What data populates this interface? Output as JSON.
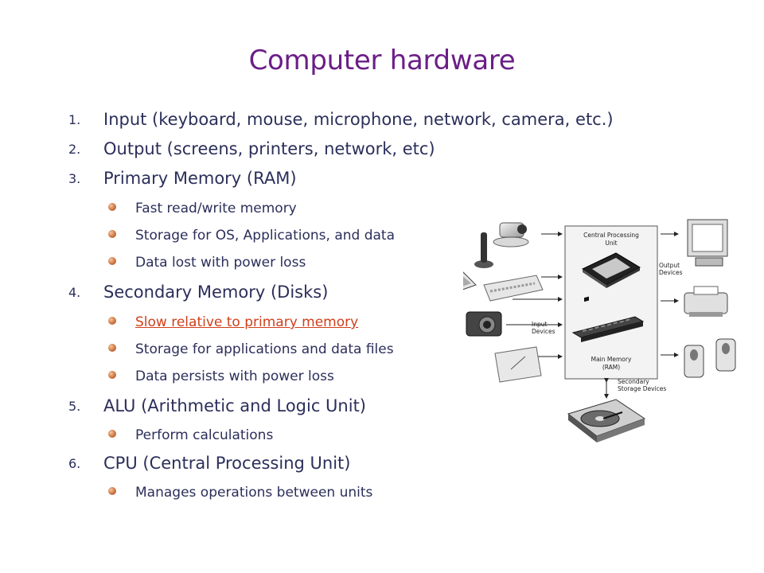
{
  "slide": {
    "title": "Computer hardware",
    "items": [
      {
        "number": "1.",
        "text": "Input (keyboard, mouse, microphone, network, camera, etc.)",
        "subitems": []
      },
      {
        "number": "2.",
        "text": "Output (screens, printers, network, etc)",
        "subitems": []
      },
      {
        "number": "3.",
        "text": "Primary Memory (RAM)",
        "subitems": [
          "Fast read/write memory",
          "Storage for OS, Applications, and data",
          "Data lost with power loss"
        ]
      },
      {
        "number": "4.",
        "text": "Secondary Memory (Disks)",
        "subitems": [
          "Slow relative to primary memory",
          "Storage for applications and data files",
          "Data persists with power loss"
        ]
      },
      {
        "number": "5.",
        "text": "ALU (Arithmetic and Logic Unit)",
        "subitems": [
          "Perform calculations"
        ]
      },
      {
        "number": "6.",
        "text": "CPU (Central Processing Unit)",
        "subitems": [
          "Manages operations between units"
        ]
      }
    ]
  },
  "diagram": {
    "cpu_label_1": "Central Processing",
    "cpu_label_2": "Unit",
    "main_memory_1": "Main Memory",
    "main_memory_2": "(RAM)",
    "input_1": "Input",
    "input_2": "Devices",
    "output_1": "Output",
    "output_2": "Devices",
    "secondary_1": "Secondary",
    "secondary_2": "Storage Devices"
  },
  "colors": {
    "title": "#6b1e86",
    "text": "#2b2f5a",
    "link": "#d0401c",
    "bullet": "#d6824f"
  }
}
